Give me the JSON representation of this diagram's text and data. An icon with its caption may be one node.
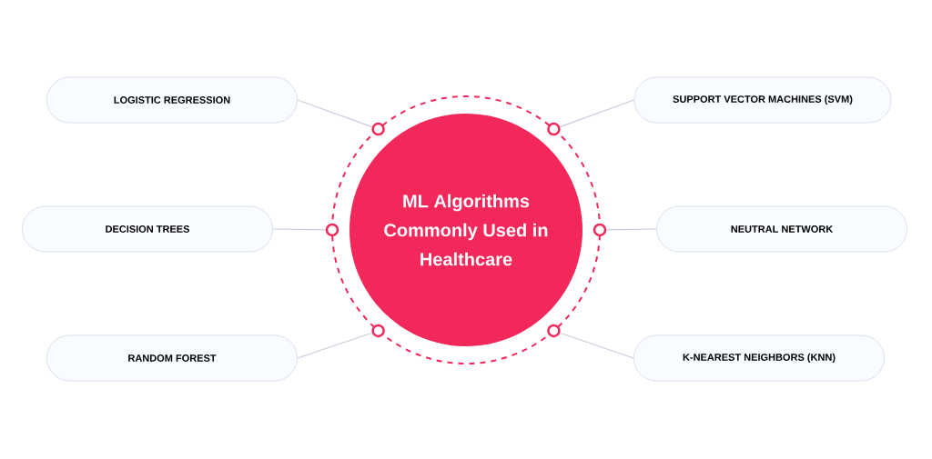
{
  "diagram": {
    "nodes": [
      {
        "text": [
          "ML Algorithms Commonly Used in Healthcare"
        ]
      },
      {
        "text": [
          "LOGISTIC REGRESSION"
        ]
      },
      {
        "text": [
          "SUPPORT VECTOR MACHINES (SVM)"
        ]
      },
      {
        "text": [
          "DECISION TREES"
        ]
      },
      {
        "text": [
          "NEUTRAL NETWORK"
        ]
      },
      {
        "text": [
          "RANDOM FOREST"
        ]
      },
      {
        "text": [
          "K-NEAREST NEIGHBORS (KNN)"
        ]
      },
      {
        "text": [],
        "shape": "circle"
      },
      {
        "text": [],
        "shape": "circle"
      },
      {
        "text": [],
        "shape": "circle"
      },
      {
        "text": [],
        "shape": "circle"
      },
      {
        "text": [],
        "shape": "circle"
      },
      {
        "text": [],
        "shape": "circle"
      }
    ],
    "edges": [
      {
        "from": 1,
        "to": 7,
        "arrow": "none"
      },
      {
        "from": 2,
        "to": 8,
        "arrow": "none"
      },
      {
        "from": 3,
        "to": 9,
        "arrow": "none"
      },
      {
        "from": 4,
        "to": 10,
        "arrow": "none"
      },
      {
        "from": 5,
        "to": 11,
        "arrow": "none"
      },
      {
        "from": 6,
        "to": 12,
        "arrow": "none"
      }
    ]
  }
}
